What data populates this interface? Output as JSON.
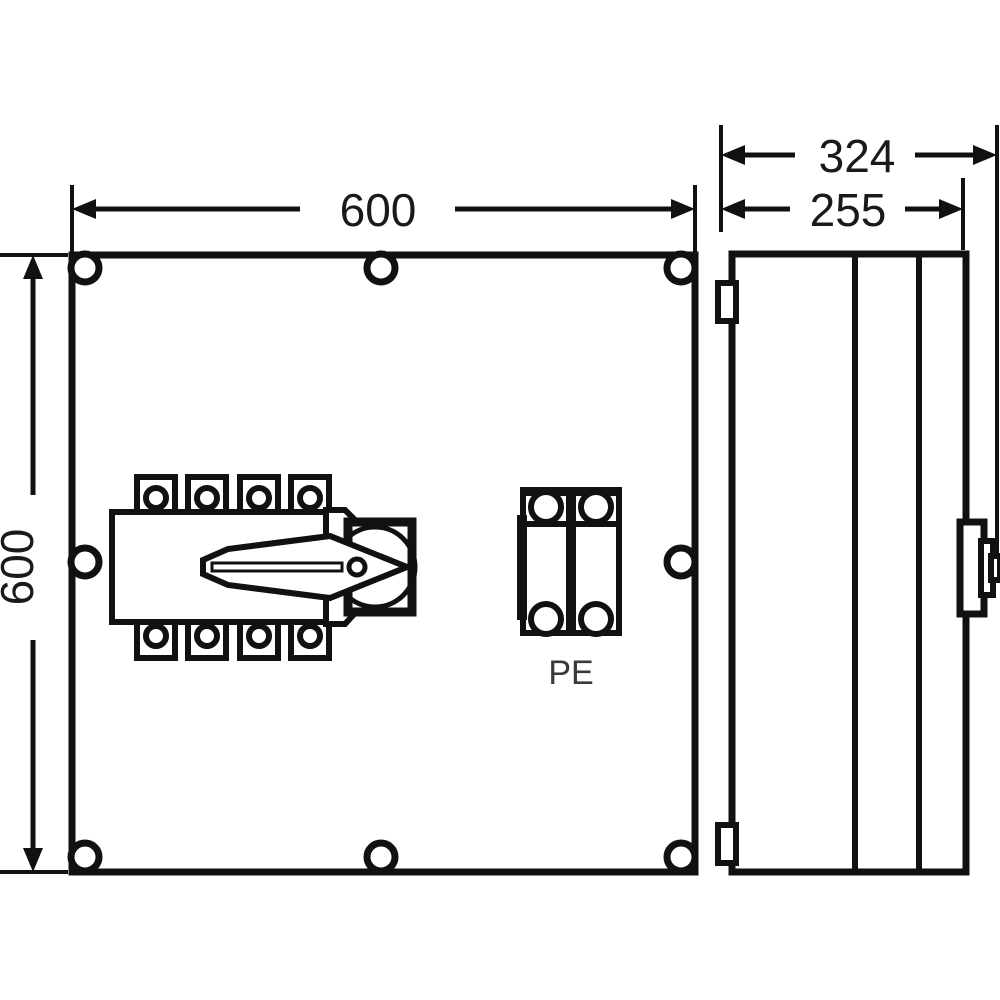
{
  "drawing": {
    "type": "technical-dimension-drawing",
    "subject": "enclosure-with-load-break-switch",
    "background_color": "#ffffff",
    "line_color": "#111111",
    "label_color": "#1a1a1a"
  },
  "dimensions": {
    "width_front": {
      "value": "600",
      "unit_implied": "mm",
      "orientation": "horizontal",
      "view": "front"
    },
    "height_front": {
      "value": "600",
      "unit_implied": "mm",
      "orientation": "vertical",
      "view": "front"
    },
    "depth_total": {
      "value": "324",
      "unit_implied": "mm",
      "orientation": "horizontal",
      "view": "side"
    },
    "depth_body": {
      "value": "255",
      "unit_implied": "mm",
      "orientation": "horizontal",
      "view": "side"
    }
  },
  "front_view": {
    "name": "front-view",
    "screws": [
      {
        "position": "top-left"
      },
      {
        "position": "top-center"
      },
      {
        "position": "top-right"
      },
      {
        "position": "middle-left"
      },
      {
        "position": "middle-right"
      },
      {
        "position": "bottom-left"
      },
      {
        "position": "bottom-center"
      },
      {
        "position": "bottom-right"
      }
    ],
    "switch": {
      "name": "load-break-switch",
      "terminals_top": 4,
      "terminals_bottom": 4,
      "handle": "rotary-lever-handle"
    },
    "pe_block": {
      "label": "PE",
      "rails": 2,
      "terminals_per_rail": 2
    }
  },
  "side_view": {
    "name": "side-view",
    "partition_lines": 2,
    "mounting_lugs": 2,
    "knob": "shaft-knob-right"
  }
}
